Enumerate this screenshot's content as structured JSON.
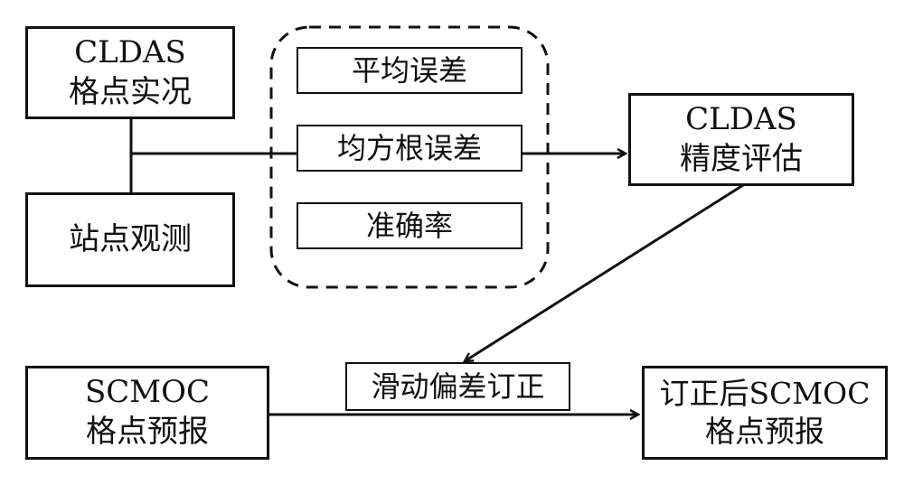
{
  "nodes": {
    "cldas_grid": {
      "line1": "CLDAS",
      "line2": "格点实况"
    },
    "station_obs": {
      "line1": "站点观测"
    },
    "metric_mean_error": {
      "line1": "平均误差"
    },
    "metric_rmse": {
      "line1": "均方根误差"
    },
    "metric_accuracy": {
      "line1": "准确率"
    },
    "cldas_eval": {
      "line1": "CLDAS",
      "line2": "精度评估"
    },
    "scmoc_grid": {
      "line1": "SCMOC",
      "line2": "格点预报"
    },
    "bias_correction": {
      "line1": "滑动偏差订正"
    },
    "corrected_scmoc": {
      "line1": "订正后SCMOC",
      "line2": "格点预报"
    }
  },
  "edges": [
    {
      "from": "cldas_grid",
      "to": "metric_rmse"
    },
    {
      "from": "station_obs",
      "to": "metric_rmse"
    },
    {
      "from": "metric_rmse",
      "to": "cldas_eval"
    },
    {
      "from": "cldas_eval",
      "to": "bias_correction"
    },
    {
      "from": "scmoc_grid",
      "to": "corrected_scmoc"
    }
  ],
  "colors": {
    "stroke": "#111111",
    "background": "#ffffff"
  }
}
